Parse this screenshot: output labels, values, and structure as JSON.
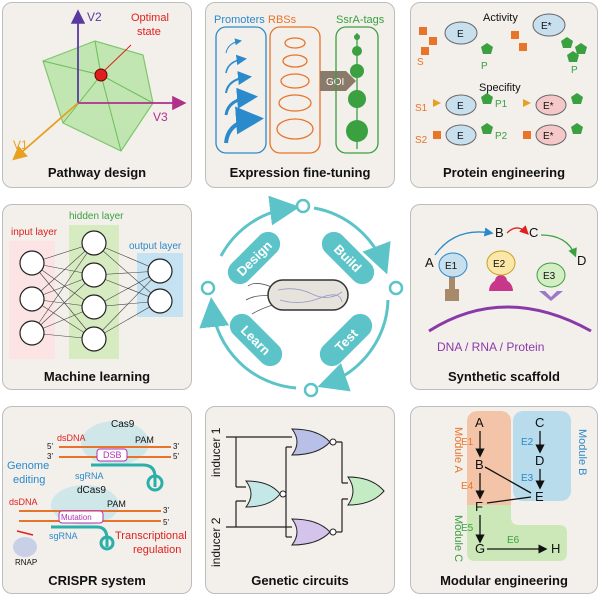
{
  "panels": {
    "pathway": {
      "title": "Pathway design",
      "v1": "V1",
      "v2": "V2",
      "v3": "V3",
      "optimal": "Optimal\nstate"
    },
    "expression": {
      "title": "Expression fine-tuning",
      "promoters": "Promoters",
      "rbss": "RBSs",
      "ssra": "SsrA-tags",
      "goi": "GOI"
    },
    "protein": {
      "title": "Protein engineering",
      "activity": "Activity",
      "specifity": "Specifity",
      "s": "S",
      "s1": "S1",
      "s2": "S2",
      "p": "P",
      "p1": "P1",
      "p2": "P2",
      "e": "E",
      "estar": "E*"
    },
    "ml": {
      "title": "Machine learning",
      "input": "input layer",
      "hidden": "hidden layer",
      "output": "output layer"
    },
    "dbtl": {
      "design": "Design",
      "build": "Build",
      "test": "Test",
      "learn": "Learn"
    },
    "scaffold": {
      "title": "Synthetic scaffold",
      "a": "A",
      "b": "B",
      "c": "C",
      "d": "D",
      "e1": "E1",
      "e2": "E2",
      "e3": "E3",
      "base": "DNA / RNA / Protein"
    },
    "crispr": {
      "title": "CRISPR system",
      "cas9": "Cas9",
      "dcas9": "dCas9",
      "dsdna": "dsDNA",
      "dsb": "DSB",
      "pam": "PAM",
      "sgrna": "sgRNA",
      "mutation": "Mutation",
      "genome_editing": "Genome\nediting",
      "transcriptional": "Transcriptional\nregulation",
      "rnap": "RNAP",
      "p3": "3'",
      "p5": "5'"
    },
    "circuits": {
      "title": "Genetic circuits",
      "inducer1": "inducer 1",
      "inducer2": "inducer 2"
    },
    "modular": {
      "title": "Modular engineering",
      "module_a": "Module A",
      "module_b": "Module B",
      "module_c": "Module C",
      "a": "A",
      "b": "B",
      "c": "C",
      "d": "D",
      "e": "E",
      "f": "F",
      "g": "G",
      "h": "H",
      "e1": "E1",
      "e2": "E2",
      "e3": "E3",
      "e4": "E4",
      "e5": "E5",
      "e6": "E6"
    }
  },
  "colors": {
    "teal": "#5cc4c8",
    "purple": "#8a3aa8",
    "red": "#e02020",
    "orange": "#e8742a",
    "green": "#3aa040",
    "blue": "#2a8acb"
  }
}
